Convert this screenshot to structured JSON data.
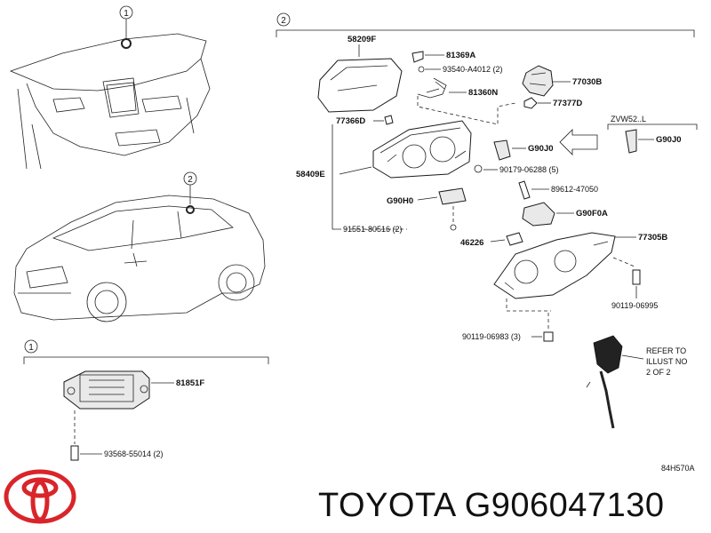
{
  "callouts": {
    "one_top": "1",
    "two_top": "2",
    "two_car": "2",
    "one_bottom": "1"
  },
  "parts": {
    "p58209F": "58209F",
    "p81369A": "81369A",
    "p93540": "93540-A4012 (2)",
    "p77030B": "77030B",
    "p81360N": "81360N",
    "p77377D": "77377D",
    "p77366D": "77366D",
    "pZVW52": "ZVW52..L",
    "pG90J0a": "G90J0",
    "pG90J0b": "G90J0",
    "p58409E": "58409E",
    "p90179": "90179-06288 (5)",
    "p89612": "89612-47050",
    "pG90H0": "G90H0",
    "pG90F0A": "G90F0A",
    "p91551": "91551-80516 (2)",
    "p46226": "46226",
    "p77305B": "77305B",
    "p90119a": "90119-06995",
    "p90119b": "90119-06983 (3)",
    "refer1": "REFER TO",
    "refer2": "ILLUST NO",
    "refer3": "2 OF 2",
    "p81851F": "81851F",
    "p93568": "93568-55014 (2)",
    "illust_code": "84H570A"
  },
  "caption": {
    "brand": "TOYOTA",
    "part_number": "G906047130"
  },
  "icons": {
    "logo": "toyota-logo-icon"
  },
  "colors": {
    "line": "#222222",
    "logo_red": "#d9252a",
    "text": "#111111"
  }
}
